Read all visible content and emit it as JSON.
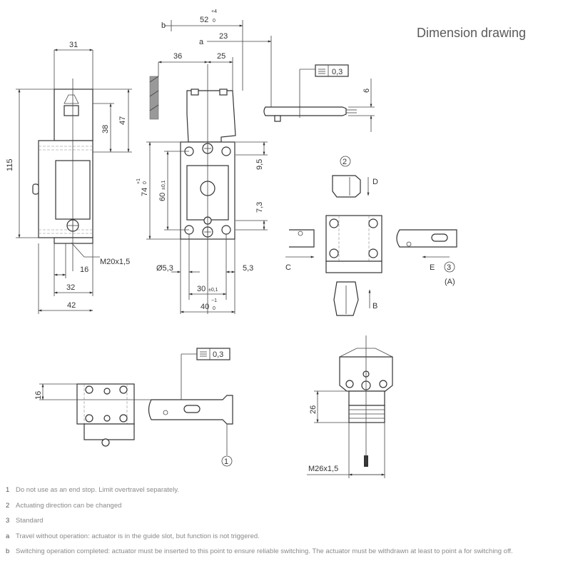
{
  "title": "Dimension drawing",
  "dims": {
    "d31": "31",
    "d115": "115",
    "d47": "47",
    "d38": "38",
    "d52": "52",
    "tol52_up": "+4",
    "tol52_lo": "0",
    "d23": "23",
    "d36": "36",
    "d25": "25",
    "d9_5": "9,5",
    "d7_3": "7,3",
    "d74": "74",
    "tol74_up": "+1",
    "tol74_lo": "0",
    "d60": "60",
    "tol60": "±0,1",
    "d6": "6",
    "flat": "0,3",
    "m20": "M20x1,5",
    "d16a": "16",
    "d32": "32",
    "d42": "42",
    "d5_3a": "Ø5,3",
    "d5_3b": "5,3",
    "d30": "30",
    "tol30": "±0,1",
    "d40": "40",
    "tol40_up": "−1",
    "tol40_lo": "0",
    "d16b": "16",
    "flat2": "0,3",
    "d26": "26",
    "m26": "M26x1,5"
  },
  "labels": {
    "b": "b",
    "a": "a",
    "D": "D",
    "C": "C",
    "E": "E",
    "B": "B",
    "A": "(A)",
    "c1": "1",
    "c2": "2",
    "c3": "3"
  },
  "notes": [
    {
      "key": "1",
      "text": "Do not use as an end stop. Limit overtravel separately."
    },
    {
      "key": "2",
      "text": "Actuating direction can be changed"
    },
    {
      "key": "3",
      "text": "Standard"
    },
    {
      "key": "a",
      "text": "Travel without operation: actuator is in the guide slot, but function is not triggered."
    },
    {
      "key": "b",
      "text": "Switching operation completed: actuator must be inserted to this point to ensure reliable switching. The actuator must be withdrawn at least to point a for switching off."
    }
  ]
}
